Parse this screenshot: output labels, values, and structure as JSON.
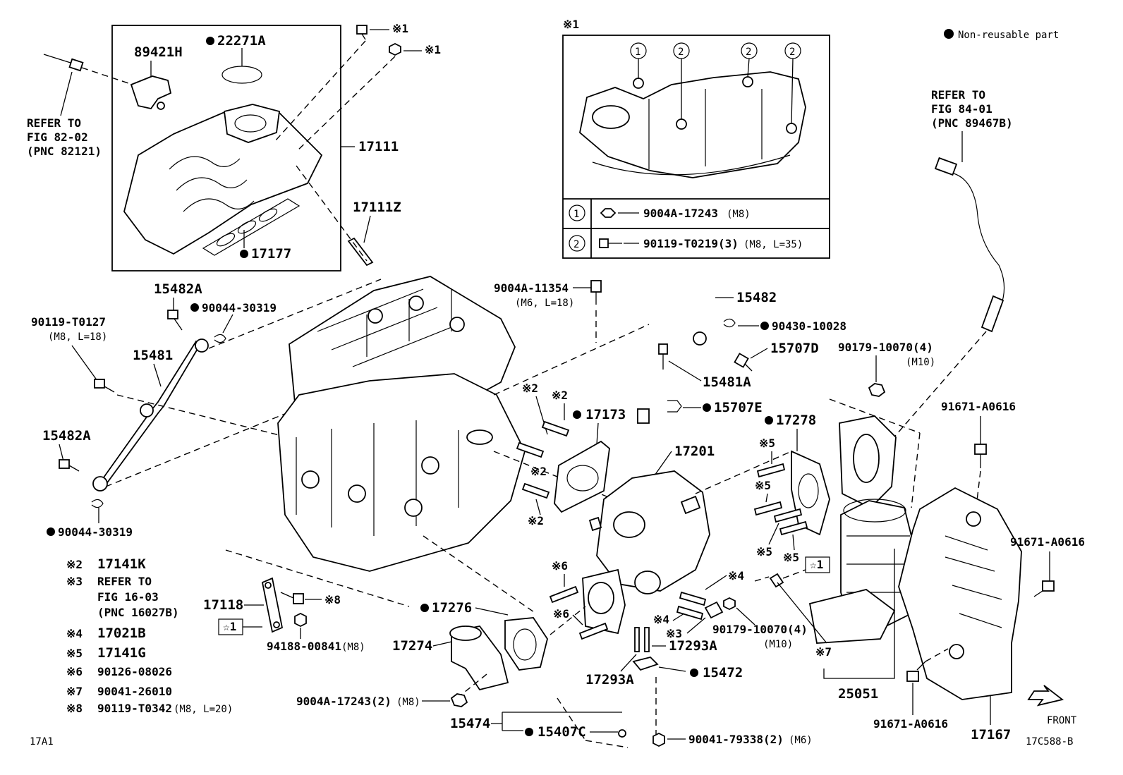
{
  "legend": {
    "non_reusable": "Non-reusable part"
  },
  "footer": {
    "figure_code": "17A1",
    "drawing_code": "17C588-B",
    "front_label": "FRONT"
  },
  "inset": {
    "title": "※1",
    "circled_labels": [
      "1",
      "2",
      "2",
      "2"
    ],
    "table": [
      {
        "marker": "1",
        "part": "9004A-17243",
        "spec": "(M8)"
      },
      {
        "marker": "2",
        "part": "90119-T0219(3)",
        "spec": "(M8, L=35)"
      }
    ]
  },
  "callouts": {
    "p89421H": "89421H",
    "p22271A": "22271A",
    "p17111": "17111",
    "p17111Z": "17111Z",
    "p17177": "17177",
    "ref82": [
      "REFER TO",
      "FIG 82-02",
      "(PNC 82121)"
    ],
    "ref84": [
      "REFER TO",
      "FIG 84-01",
      "(PNC 89467B)"
    ],
    "s1a": "※1",
    "s1b": "※1",
    "p15482A_top": "15482A",
    "p90044_top": "90044-30319",
    "p90119T0127": "90119-T0127",
    "p90119T0127_spec": "(M8, L=18)",
    "p15481": "15481",
    "p15482A_low": "15482A",
    "p90044_low": "90044-30319",
    "p9004A11354": "9004A-11354",
    "p9004A11354_spec": "(M6, L=18)",
    "p15482": "15482",
    "p90430": "90430-10028",
    "p15707D": "15707D",
    "p15481A": "15481A",
    "p15707E": "15707E",
    "p90179_top": "90179-10070(4)",
    "p90179_top_spec": "(M10)",
    "p91671_top": "91671-A0616",
    "s2a": "※2",
    "s2b": "※2",
    "s2c": "※2",
    "s2d": "※2",
    "p17173": "17173",
    "p17278": "17278",
    "p17201": "17201",
    "s5a": "※5",
    "s5b": "※5",
    "s5c": "※5",
    "s5d": "※5",
    "p91671_right": "91671-A0616",
    "s6a": "※6",
    "s6b": "※6",
    "s4a": "※4",
    "s4b": "※4",
    "s3": "※3",
    "star1_right": "☆1",
    "p90179_low": "90179-10070(4)",
    "p90179_low_spec": "(M10)",
    "s7": "※7",
    "p17118": "17118",
    "s8": "※8",
    "star1_left": "☆1",
    "p94188": "94188-00841",
    "p94188_spec": "(M8)",
    "p17276": "17276",
    "p17274": "17274",
    "p17293A_right": "17293A",
    "p17293A_left": "17293A",
    "p15472": "15472",
    "p9004A17243": "9004A-17243(2)",
    "p9004A17243_spec": "(M8)",
    "p15474": "15474",
    "p15407C": "15407C",
    "p90041_79338": "90041-79338(2)",
    "p90041_79338_spec": "(M6)",
    "p25051": "25051",
    "p91671_bottom": "91671-A0616",
    "p17167": "17167"
  },
  "notes": [
    {
      "mark": "※2",
      "text": "17141K",
      "spec": ""
    },
    {
      "mark": "※3",
      "text": "REFER TO",
      "spec": ""
    },
    {
      "mark": "",
      "text": "FIG 16-03",
      "spec": ""
    },
    {
      "mark": "",
      "text": "(PNC 16027B)",
      "spec": ""
    },
    {
      "mark": "※4",
      "text": "17021B",
      "spec": ""
    },
    {
      "mark": "※5",
      "text": "17141G",
      "spec": ""
    },
    {
      "mark": "※6",
      "text": "90126-08026",
      "spec": ""
    },
    {
      "mark": "※7",
      "text": "90041-26010",
      "spec": ""
    },
    {
      "mark": "※8",
      "text": "90119-T0342",
      "spec": "(M8, L=20)"
    }
  ]
}
